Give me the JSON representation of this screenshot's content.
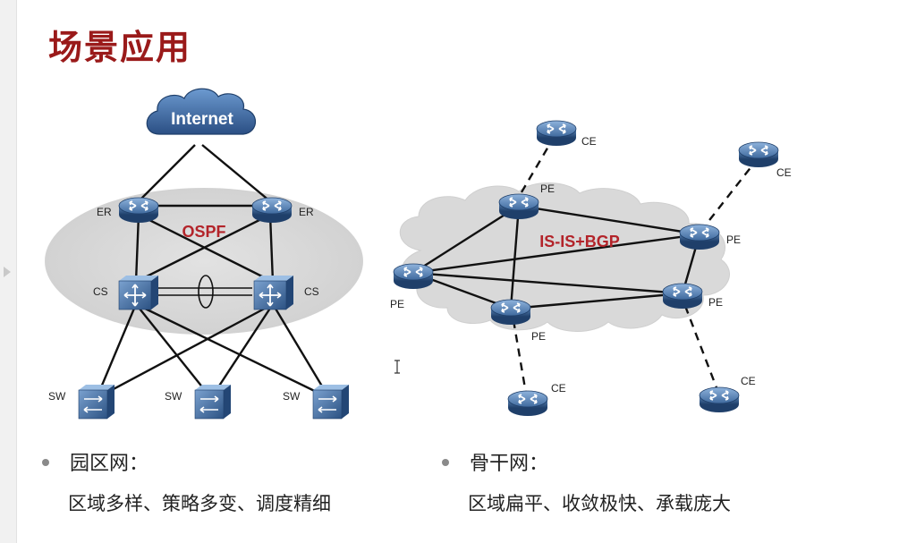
{
  "title": "场景应用",
  "left": {
    "internet_label": "Internet",
    "protocol_label": "OSPF",
    "er_label": "ER",
    "cs_label": "CS",
    "sw_label": "SW",
    "heading": "园区网：",
    "description": "区域多样、策略多变、调度精细"
  },
  "right": {
    "protocol_label": "IS-IS+BGP",
    "pe_label": "PE",
    "ce_label": "CE",
    "heading": "骨干网：",
    "description": "区域扁平、收敛极快、承载庞大"
  },
  "colors": {
    "title": "#9a1a1a",
    "protocol_text": "#b3242a",
    "router_body": "#2a4f80",
    "cloud_fill": "#dcdcdc"
  }
}
